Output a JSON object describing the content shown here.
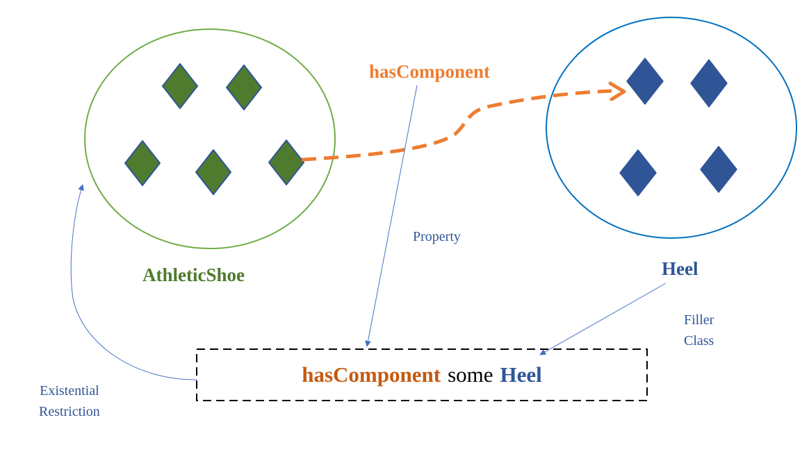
{
  "colors": {
    "shoe_green": "#4F7B2E",
    "shoe_circle": "#70AD47",
    "heel_blue": "#2F5597",
    "heel_circle": "#0070C0",
    "property_orange": "#ED7D31",
    "property_text": "#C55A11",
    "label_blue": "#2F5597",
    "connector": "#4472C4",
    "border": "#000000"
  },
  "classes": {
    "athletic_shoe": {
      "label": "AthleticShoe",
      "member_count": 5,
      "member_icon": "diamond-icon"
    },
    "heel": {
      "label": "Heel",
      "member_count": 4,
      "member_icon": "diamond-icon"
    }
  },
  "property": {
    "label": "hasComponent"
  },
  "annotations": {
    "property": "Property",
    "filler_line1": "Filler",
    "filler_line2": "Class",
    "existential_line1": "Existential",
    "existential_line2": "Restriction"
  },
  "restriction": {
    "property": "hasComponent",
    "quantifier": "some",
    "filler": "Heel"
  }
}
